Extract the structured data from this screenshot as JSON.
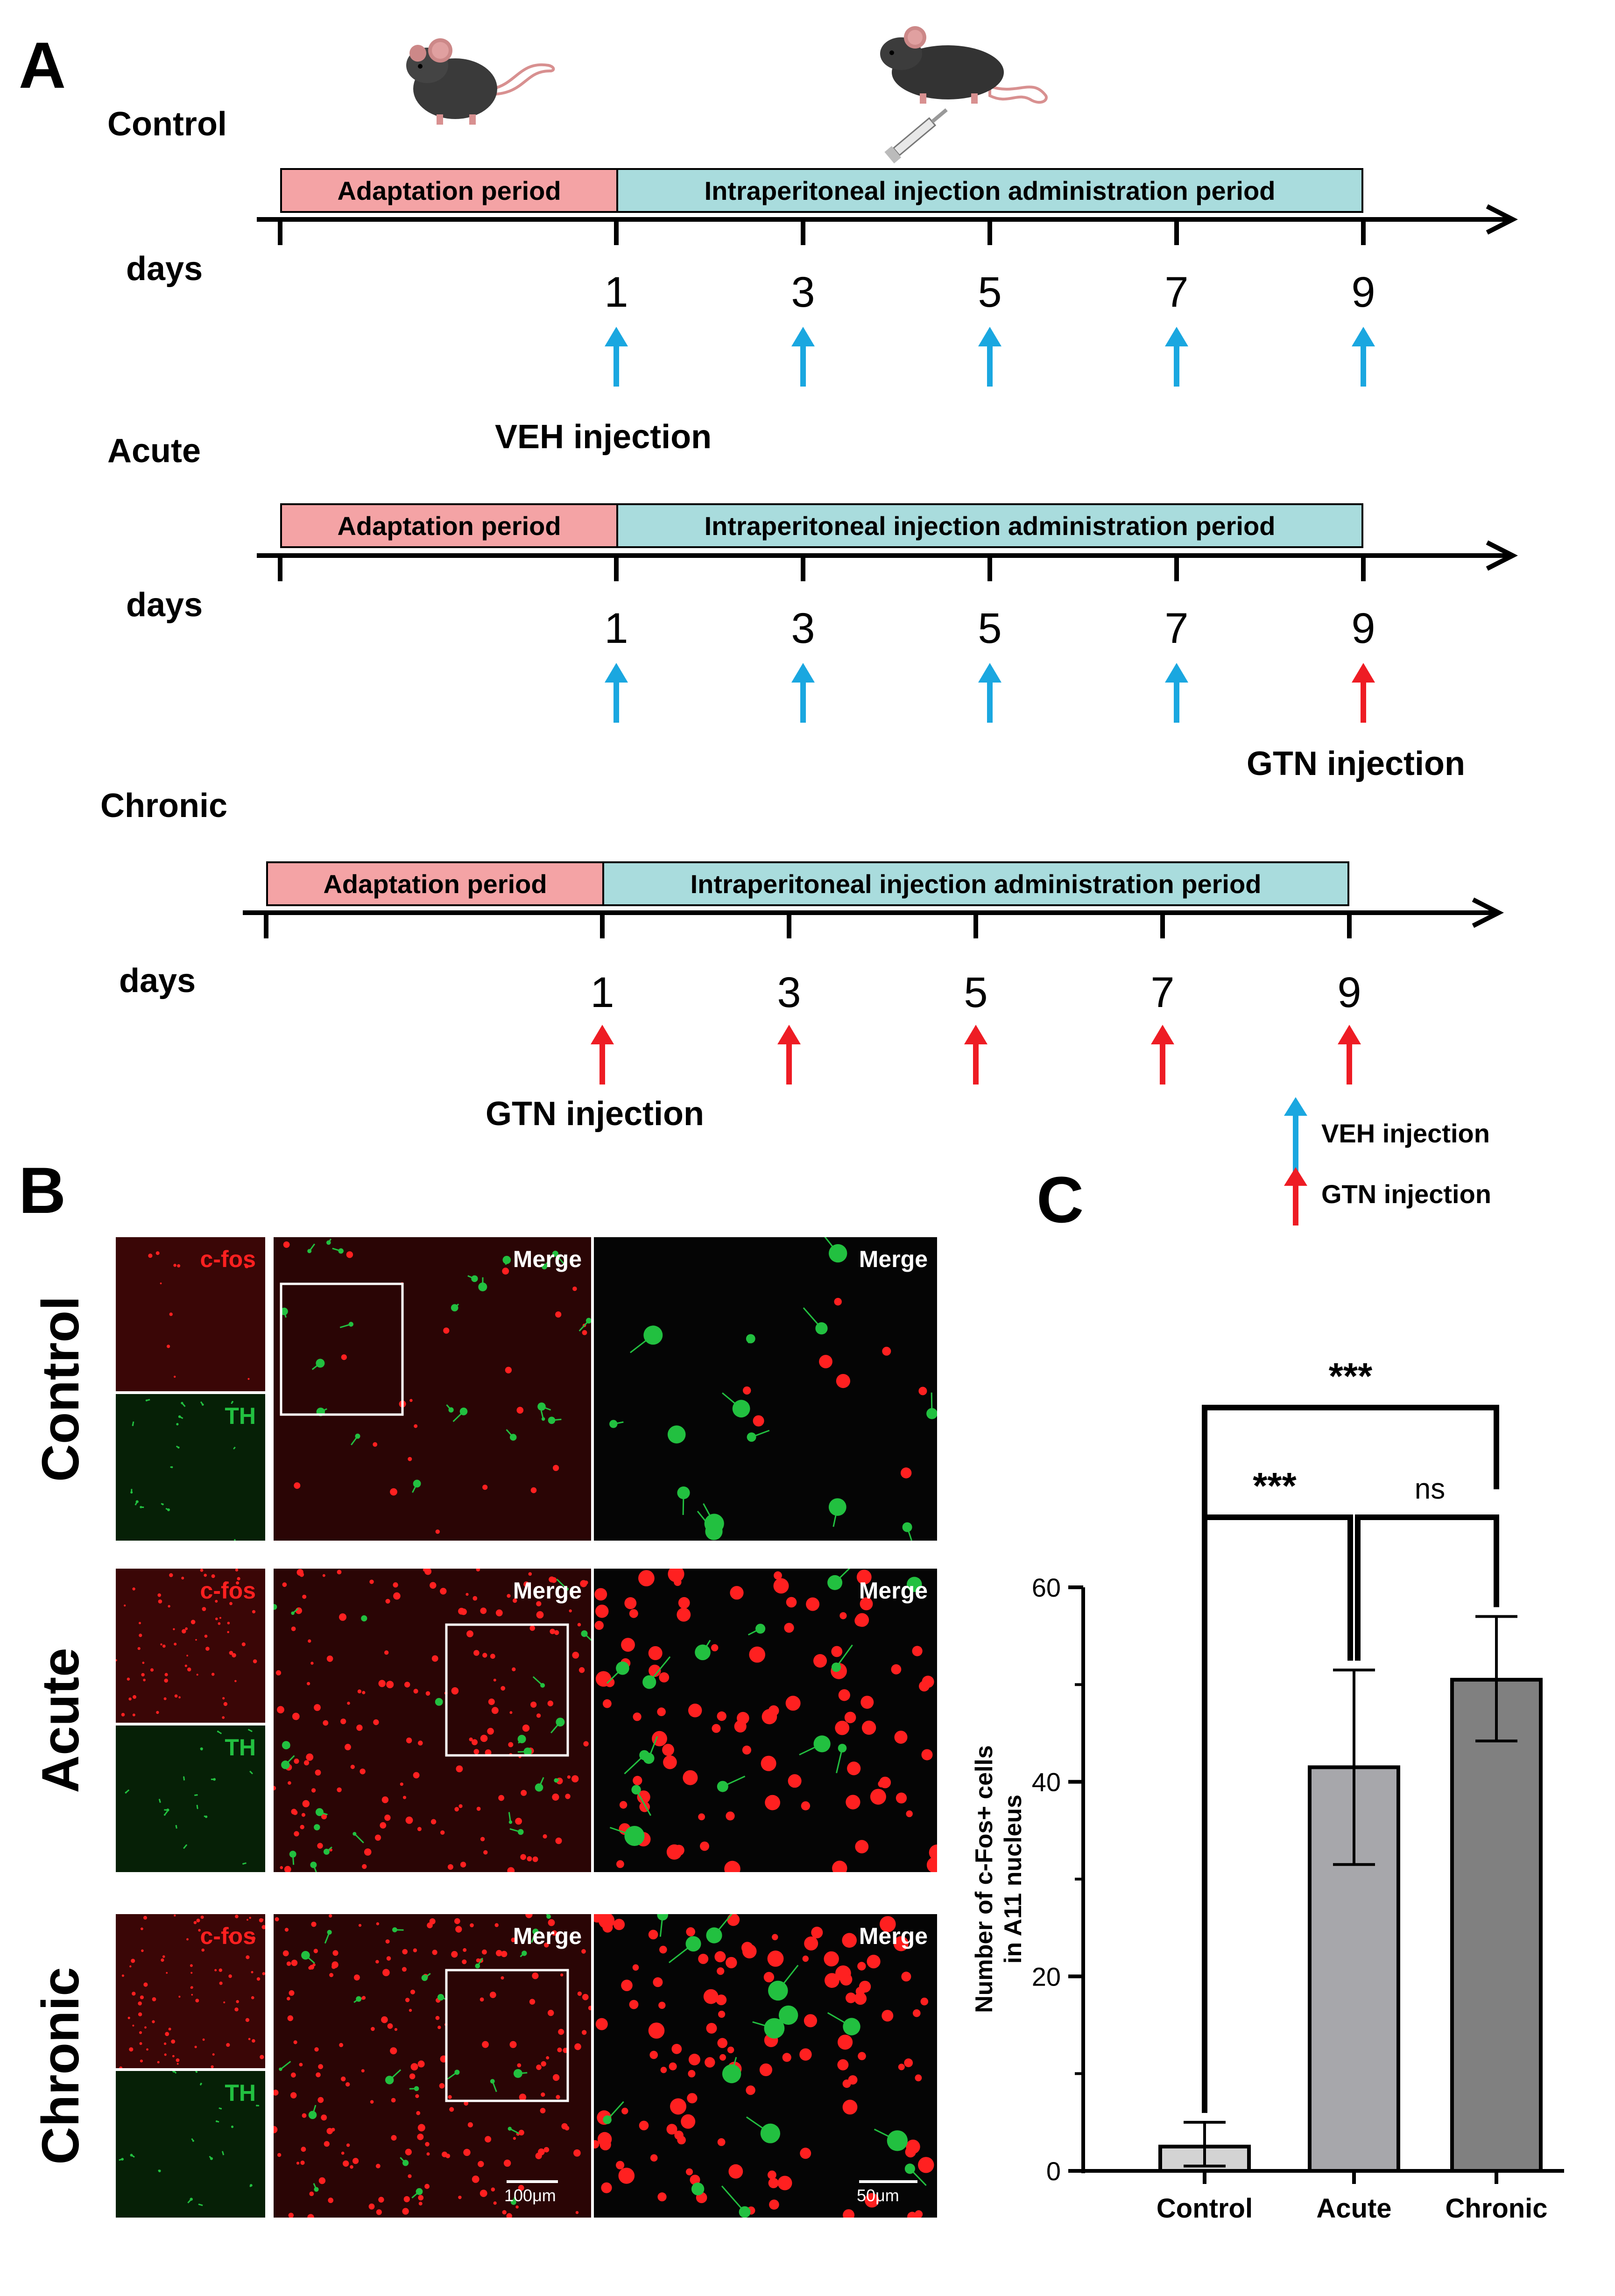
{
  "panelA": {
    "label": "A",
    "groups": [
      {
        "name": "Control",
        "days_label": "days",
        "adapt_label": "Adaptation period",
        "ip_label": "Intraperitoneal injection administration period",
        "days": [
          "1",
          "3",
          "5",
          "7",
          "9"
        ],
        "arrows": [
          "VEH",
          "VEH",
          "VEH",
          "VEH",
          "VEH"
        ],
        "injection_text": "VEH injection"
      },
      {
        "name": "Acute",
        "days_label": "days",
        "adapt_label": "Adaptation period",
        "ip_label": "Intraperitoneal injection administration period",
        "days": [
          "1",
          "3",
          "5",
          "7",
          "9"
        ],
        "arrows": [
          "VEH",
          "VEH",
          "VEH",
          "VEH",
          "GTN"
        ],
        "injection_text": "GTN injection"
      },
      {
        "name": "Chronic",
        "days_label": "days",
        "adapt_label": "Adaptation period",
        "ip_label": "Intraperitoneal injection administration period",
        "days": [
          "1",
          "3",
          "5",
          "7",
          "9"
        ],
        "arrows": [
          "GTN",
          "GTN",
          "GTN",
          "GTN",
          "GTN"
        ],
        "injection_text": "GTN injection"
      }
    ],
    "legend": [
      {
        "label": "VEH injection",
        "color": "#1aa7e0"
      },
      {
        "label": "GTN injection",
        "color": "#ee1c24"
      }
    ],
    "icons": [
      "mouse-icon",
      "mouse-with-syringe-icon"
    ]
  },
  "panelB": {
    "label": "B",
    "rows": [
      {
        "name": "Control",
        "cfos": "c-fos",
        "th": "TH",
        "merge1": "Merge",
        "merge2": "Merge"
      },
      {
        "name": "Acute",
        "cfos": "c-fos",
        "th": "TH",
        "merge1": "Merge",
        "merge2": "Merge"
      },
      {
        "name": "Chronic",
        "cfos": "c-fos",
        "th": "TH",
        "merge1": "Merge",
        "merge2": "Merge"
      }
    ],
    "scale_bar_1": "100μm",
    "scale_bar_2": "50μm",
    "colors": {
      "cfos": "#ff2020",
      "th": "#22c040"
    }
  },
  "panelC": {
    "label": "C",
    "chart_data": {
      "type": "bar",
      "categories": [
        "Control",
        "Acute",
        "Chronic"
      ],
      "values": [
        2.5,
        41.5,
        50.5
      ],
      "error_low": [
        0.5,
        31.5,
        44.2
      ],
      "error_high": [
        5.0,
        51.5,
        57.0
      ],
      "ylabel_line1": "Number of c-Fos+ cells",
      "ylabel_line2": "in A11 nucleus",
      "ylim": [
        0,
        60
      ],
      "yticks": [
        "0",
        "20",
        "40",
        "60"
      ],
      "bar_colors": [
        "#d3d3d3",
        "#a7a7ab",
        "#808080"
      ],
      "significance": [
        {
          "from": "Control",
          "to": "Chronic",
          "label": "***"
        },
        {
          "from": "Control",
          "to": "Acute",
          "label": "***"
        },
        {
          "from": "Acute",
          "to": "Chronic",
          "label": "ns"
        }
      ]
    }
  }
}
